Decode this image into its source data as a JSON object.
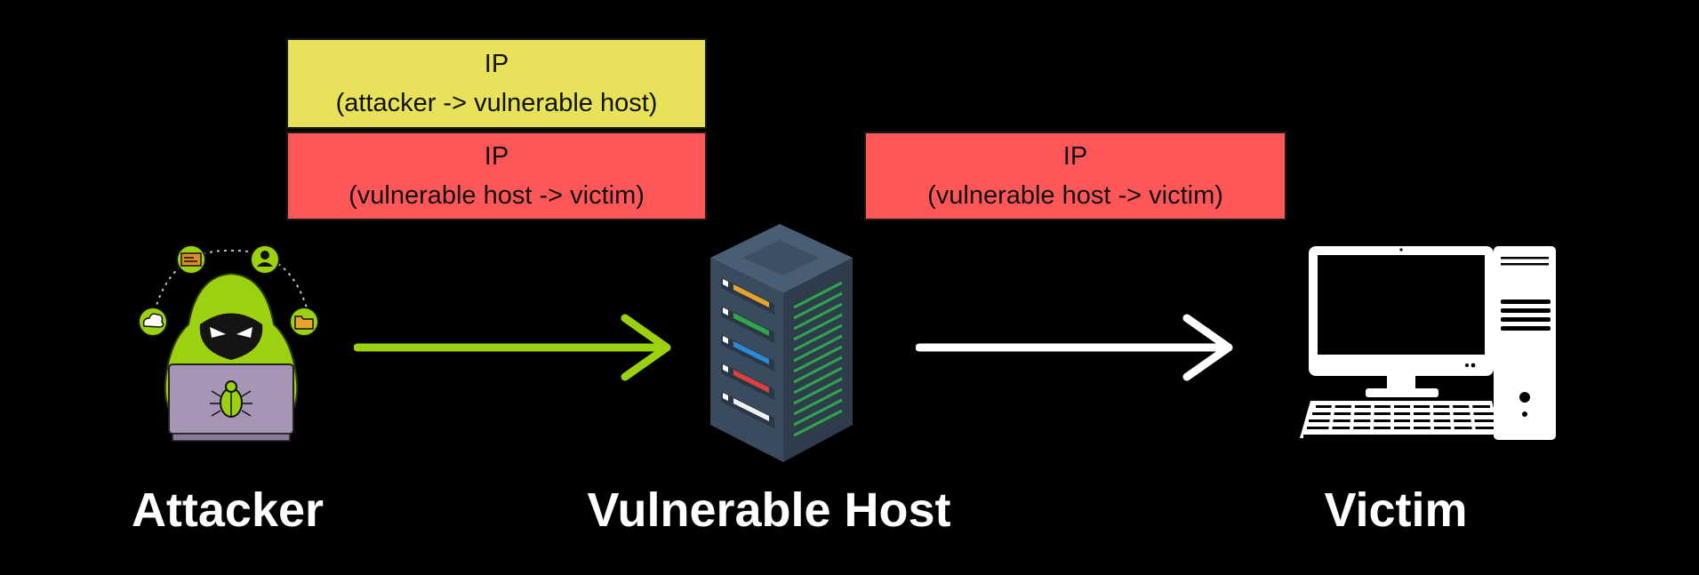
{
  "packets": {
    "attacker_to_host": {
      "title": "IP",
      "detail": "(attacker -> vulnerable host)",
      "color": "#e8e25a"
    },
    "host_to_victim_left": {
      "title": "IP",
      "detail": "(vulnerable host -> victim)",
      "color": "#ff5757"
    },
    "host_to_victim_right": {
      "title": "IP",
      "detail": "(vulnerable host -> victim)",
      "color": "#ff5757"
    }
  },
  "nodes": {
    "attacker": {
      "label": "Attacker",
      "icon": "hooded-hacker-icon"
    },
    "host": {
      "label": "Vulnerable Host",
      "icon": "server-rack-icon"
    },
    "victim": {
      "label": "Victim",
      "icon": "desktop-computer-icon"
    }
  },
  "arrows": {
    "attacker_to_host": {
      "color": "#9bd10f"
    },
    "host_to_victim": {
      "color": "#ffffff"
    }
  },
  "colors": {
    "background": "#000000",
    "accent_green": "#9bd10f",
    "server_body": "#3d4f63"
  }
}
